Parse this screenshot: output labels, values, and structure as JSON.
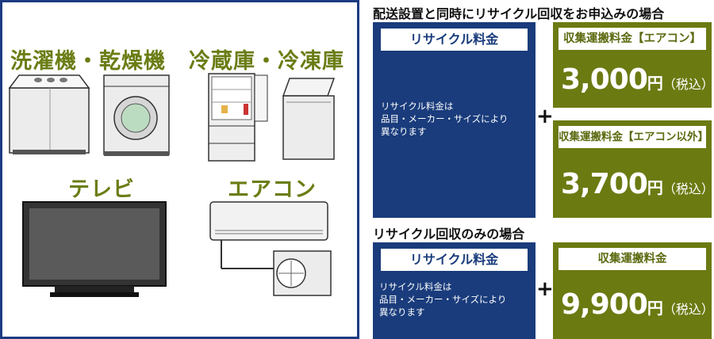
{
  "categories": {
    "washer_dryer": "洗濯機・乾燥機",
    "fridge_freezer": "冷蔵庫・冷凍庫",
    "tv": "テレビ",
    "aircon": "エアコン"
  },
  "section1": {
    "heading": "配送設置と同時にリサイクル回収をお申込みの場合",
    "recycle_title": "リサイクル料金",
    "recycle_note": [
      "リサイクル料金は",
      "品目・メーカー・サイズにより",
      "異なります"
    ],
    "plus": "+",
    "fee_aircon": {
      "title": "収集運搬料金【エアコン】",
      "amount": "3,000",
      "unit": "円",
      "tax": "（税込）"
    },
    "fee_other": {
      "title": "収集運搬料金【エアコン以外】",
      "amount": "3,700",
      "unit": "円",
      "tax": "（税込）"
    }
  },
  "section2": {
    "heading": "リサイクル回収のみの場合",
    "recycle_title": "リサイクル料金",
    "recycle_note": [
      "リサイクル料金は",
      "品目・メーカー・サイズにより",
      "異なります"
    ],
    "plus": "+",
    "fee": {
      "title": "収集運搬料金",
      "amount": "9,900",
      "unit": "円",
      "tax": "（税込）"
    }
  },
  "colors": {
    "navy": "#1a3c7c",
    "olive": "#6c7a12",
    "label_green": "#6a7d14"
  }
}
